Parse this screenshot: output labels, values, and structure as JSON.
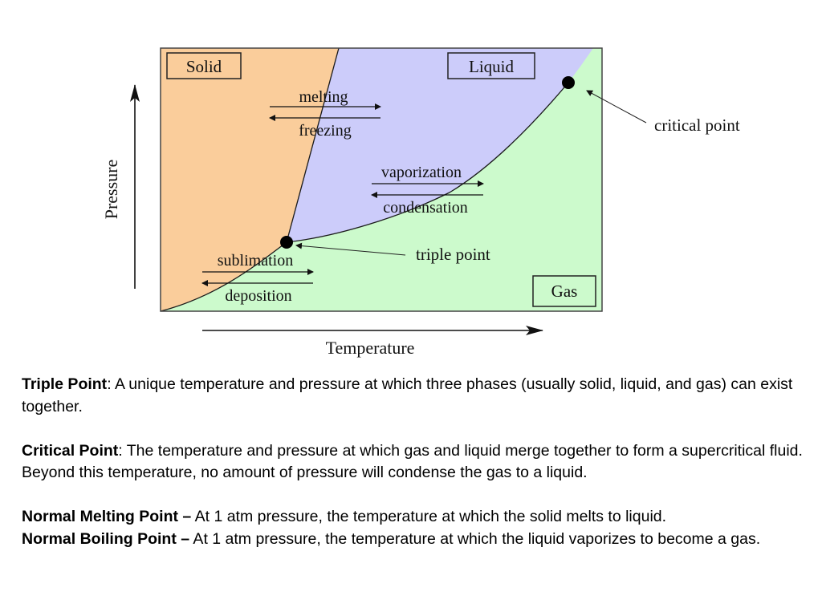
{
  "diagram": {
    "regions": {
      "solid": "Solid",
      "liquid": "Liquid",
      "gas": "Gas"
    },
    "processes": {
      "melting": "melting",
      "freezing": "freezing",
      "vaporization": "vaporization",
      "condensation": "condensation",
      "sublimation": "sublimation",
      "deposition": "deposition"
    },
    "points": {
      "critical": "critical point",
      "triple": "triple point"
    },
    "axes": {
      "x": "Temperature",
      "y": "Pressure"
    },
    "colors": {
      "solid": "#FACD9B",
      "liquid": "#CCCCFA",
      "gas": "#CCFACC",
      "lines": "#111111"
    }
  },
  "definitions": {
    "triple": {
      "term": "Triple Point",
      "text": ": A unique temperature and pressure at which three phases (usually solid, liquid, and gas) can exist together."
    },
    "critical": {
      "term": "Critical Point",
      "text": ": The temperature and pressure at which gas and liquid merge together to form a supercritical fluid.  Beyond this temperature, no amount of pressure will condense the gas to a liquid."
    },
    "melting": {
      "term": "Normal Melting Point –",
      "text": " At 1 atm pressure, the temperature at which the solid melts to liquid."
    },
    "boiling": {
      "term": "Normal Boiling Point –",
      "text": " At 1 atm pressure, the temperature at which the liquid vaporizes to become a gas."
    }
  }
}
